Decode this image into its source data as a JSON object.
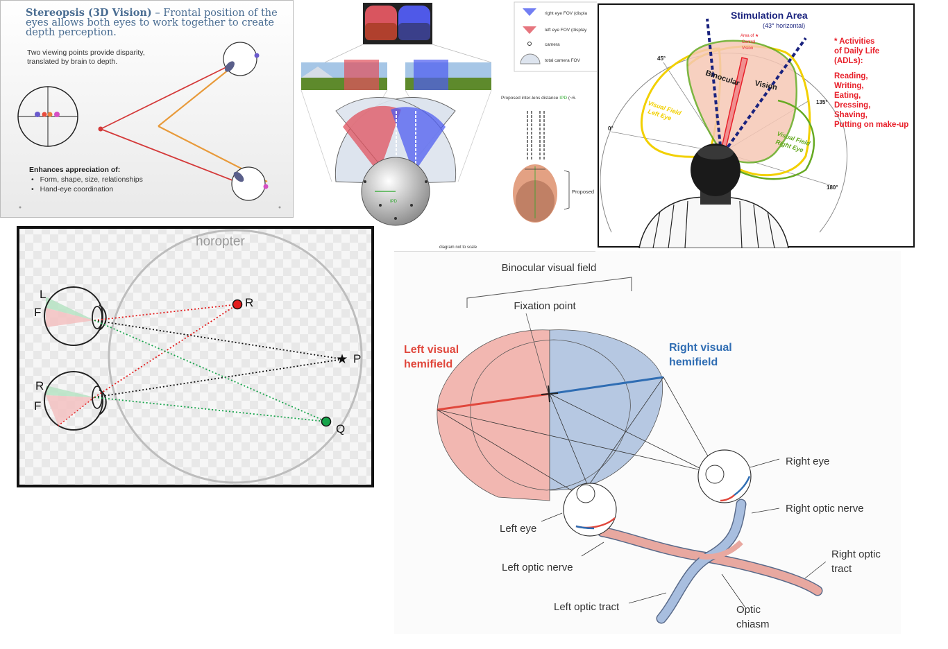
{
  "stereo": {
    "title_bold": "Stereopsis (3D Vision)",
    "title_rest": " – Frontal position of the",
    "title_line2": "eyes allows both eyes to work together to create",
    "title_line3": "depth perception.",
    "body_line1": "Two viewing points provide disparity,",
    "body_line2": "translated by brain to depth.",
    "enhances_heading": "Enhances appreciation of:",
    "bullets": [
      "Form, shape, size, relationships",
      "Hand-eye coordination"
    ]
  },
  "vr": {
    "legend": [
      "right eye FOV (displa",
      "left eye FOV (display",
      "camera",
      "total camera FOV"
    ],
    "ipd_label_prefix": "Proposed inter-lens distance ",
    "ipd_label_accent": "IPD",
    "ipd_label_suffix": " (~6.",
    "proposed_label": "Proposed",
    "note": "diagram not to scale",
    "ipd_small": "IPD",
    "colors": {
      "red": "#e0525e",
      "blue": "#4f5ef0",
      "green": "#2aa82a"
    }
  },
  "stim": {
    "title": "Stimulation Area",
    "subtitle": "(43° horizontal)",
    "central_label": [
      "Area of ★",
      "Central",
      "Vision"
    ],
    "binocular": "Binocular",
    "vision": "Vision",
    "left_field": [
      "Visual Field",
      "Left Eye"
    ],
    "right_field": [
      "Visual Field",
      "Right Eye"
    ],
    "deg_45": "45°",
    "deg_135": "135°",
    "deg_0": "0°",
    "deg_180": "180°",
    "adl_lines": [
      "* Activities",
      "of Daily Life",
      "(ADLs):",
      "",
      "Reading,",
      "Writing,",
      "Eating,",
      "Dressing,",
      "Shaving,",
      "Putting on make-up"
    ],
    "colors": {
      "red": "#e8202a",
      "navy": "#1a237e",
      "yellow": "#f2d000",
      "green": "#66aa22"
    }
  },
  "horopter": {
    "title": "horopter",
    "labels": {
      "L": "L",
      "F1": "F",
      "R_eye": "R",
      "F2": "F",
      "R_point": "R",
      "P": "P",
      "Q": "Q"
    },
    "colors": {
      "red": "#e31c1c",
      "green": "#16a34a"
    }
  },
  "visual": {
    "binocular_field": "Binocular visual field",
    "fixation_point": "Fixation point",
    "left_hemifield": [
      "Left visual",
      "hemifield"
    ],
    "right_hemifield": [
      "Right visual",
      "hemifield"
    ],
    "right_eye": "Right eye",
    "right_optic_nerve": "Right optic nerve",
    "left_eye": "Left eye",
    "left_optic_nerve": "Left optic nerve",
    "right_optic_tract": [
      "Right optic",
      "tract"
    ],
    "left_optic_tract": "Left optic tract",
    "optic_chiasm": [
      "Optic",
      "chiasm"
    ],
    "colors": {
      "left": "#e0473c",
      "right": "#2f6db3"
    }
  }
}
